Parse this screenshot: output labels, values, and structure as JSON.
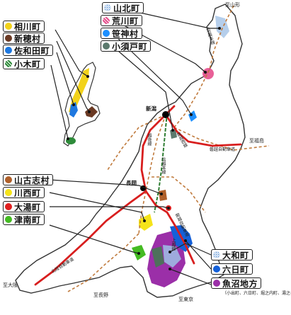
{
  "legend": {
    "items": [
      {
        "id": "aikawa",
        "label": "相川町",
        "color": "#f2d21a",
        "pattern": "solid"
      },
      {
        "id": "niibo",
        "label": "新穂村",
        "color": "#6b3a24",
        "pattern": "solid"
      },
      {
        "id": "sawata",
        "label": "佐和田町",
        "color": "#1e78e0",
        "pattern": "solid"
      },
      {
        "id": "ogi",
        "label": "小木町",
        "color": "#2e8b3a",
        "pattern": "hatched"
      },
      {
        "id": "sanpoku",
        "label": "山北町",
        "color": "#a8c6e8",
        "pattern": "dotted"
      },
      {
        "id": "arakawa",
        "label": "荒川町",
        "color": "#e64f8c",
        "pattern": "hatched"
      },
      {
        "id": "sasakami",
        "label": "笹神村",
        "color": "#1e90ff",
        "pattern": "solid"
      },
      {
        "id": "kozudo",
        "label": "小須戸町",
        "color": "#5c7a6e",
        "pattern": "solid"
      },
      {
        "id": "yamakoshi",
        "label": "山古志村",
        "color": "#b0602a",
        "pattern": "solid"
      },
      {
        "id": "kawanishi",
        "label": "川西町",
        "color": "#f5e31a",
        "pattern": "solid"
      },
      {
        "id": "oyu",
        "label": "大湯町",
        "color": "#e02020",
        "pattern": "solid"
      },
      {
        "id": "tsunan",
        "label": "津南町",
        "color": "#44bb22",
        "pattern": "solid"
      },
      {
        "id": "yamato",
        "label": "大和町",
        "color": "#9fc1e6",
        "pattern": "dotted"
      },
      {
        "id": "muika",
        "label": "六日町",
        "color": "#1560d8",
        "pattern": "solid"
      },
      {
        "id": "uonuma",
        "label": "魚沼地方",
        "color": "#9b2fa8",
        "pattern": "solid",
        "sub": "（小出町、六日町、堀之内町、湯之谷村）"
      }
    ]
  },
  "places": {
    "shiyamagata": "至山形",
    "shifukushima": "至福島",
    "shitokyo": "至東京",
    "shinagano": "至長野",
    "shiosaka": "至大阪",
    "niigata": "新潟",
    "nagaoka": "長岡"
  },
  "roads": {
    "uetsu": "羽越本線",
    "banetsu": "磐越西線",
    "banetsu_exp": "磐越自動車道",
    "shinetsu": "信越本線",
    "kanetsu": "関越自動車道",
    "joetsu_line": "上越線",
    "hokuriku_exp": "北陸自動車道",
    "echigo": "越後線"
  },
  "colors": {
    "sea": "#ffffff",
    "land_outline": "#333333",
    "rail": "#d81e1e",
    "road": "#c07a3c",
    "green_line": "#2e7d32",
    "pointer": "#222222"
  }
}
